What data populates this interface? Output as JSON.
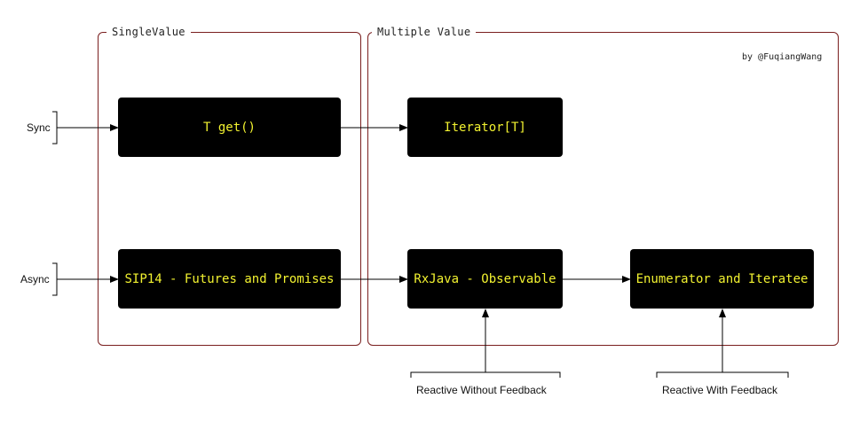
{
  "groups": {
    "single": "SingleValue",
    "multiple": "Multiple Value"
  },
  "credit": "by @FuqiangWang",
  "rows": {
    "sync": "Sync",
    "async": "Async"
  },
  "nodes": {
    "t_get": "T get()",
    "iterator": "Iterator[T]",
    "sip14": "SIP14 - Futures and Promises",
    "rxjava": "RxJava - Observable",
    "enumerator": "Enumerator and Iteratee"
  },
  "annotations": {
    "without_feedback": "Reactive Without Feedback",
    "with_feedback": "Reactive With Feedback"
  },
  "colors": {
    "node_bg": "#000000",
    "node_text": "#f2f230",
    "group_border": "#7a1f1f"
  }
}
